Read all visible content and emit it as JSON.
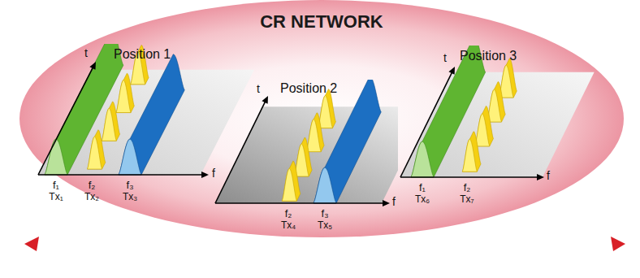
{
  "diagram": {
    "title": "CR NETWORK",
    "nodes": [
      {
        "text": [
          "Position 1"
        ]
      },
      {
        "text": [
          "Position 2"
        ]
      },
      {
        "text": [
          "Position 3"
        ]
      }
    ],
    "labels": [
      "t",
      "f",
      "f₁",
      "Tx₁",
      "f₂",
      "Tx₂",
      "f₃",
      "Tx₃",
      "t",
      "f",
      "f₂",
      "Tx₄",
      "f₃",
      "Tx₅",
      "t",
      "f",
      "f₁",
      "Tx₆",
      "f₂",
      "Tx₇"
    ]
  }
}
